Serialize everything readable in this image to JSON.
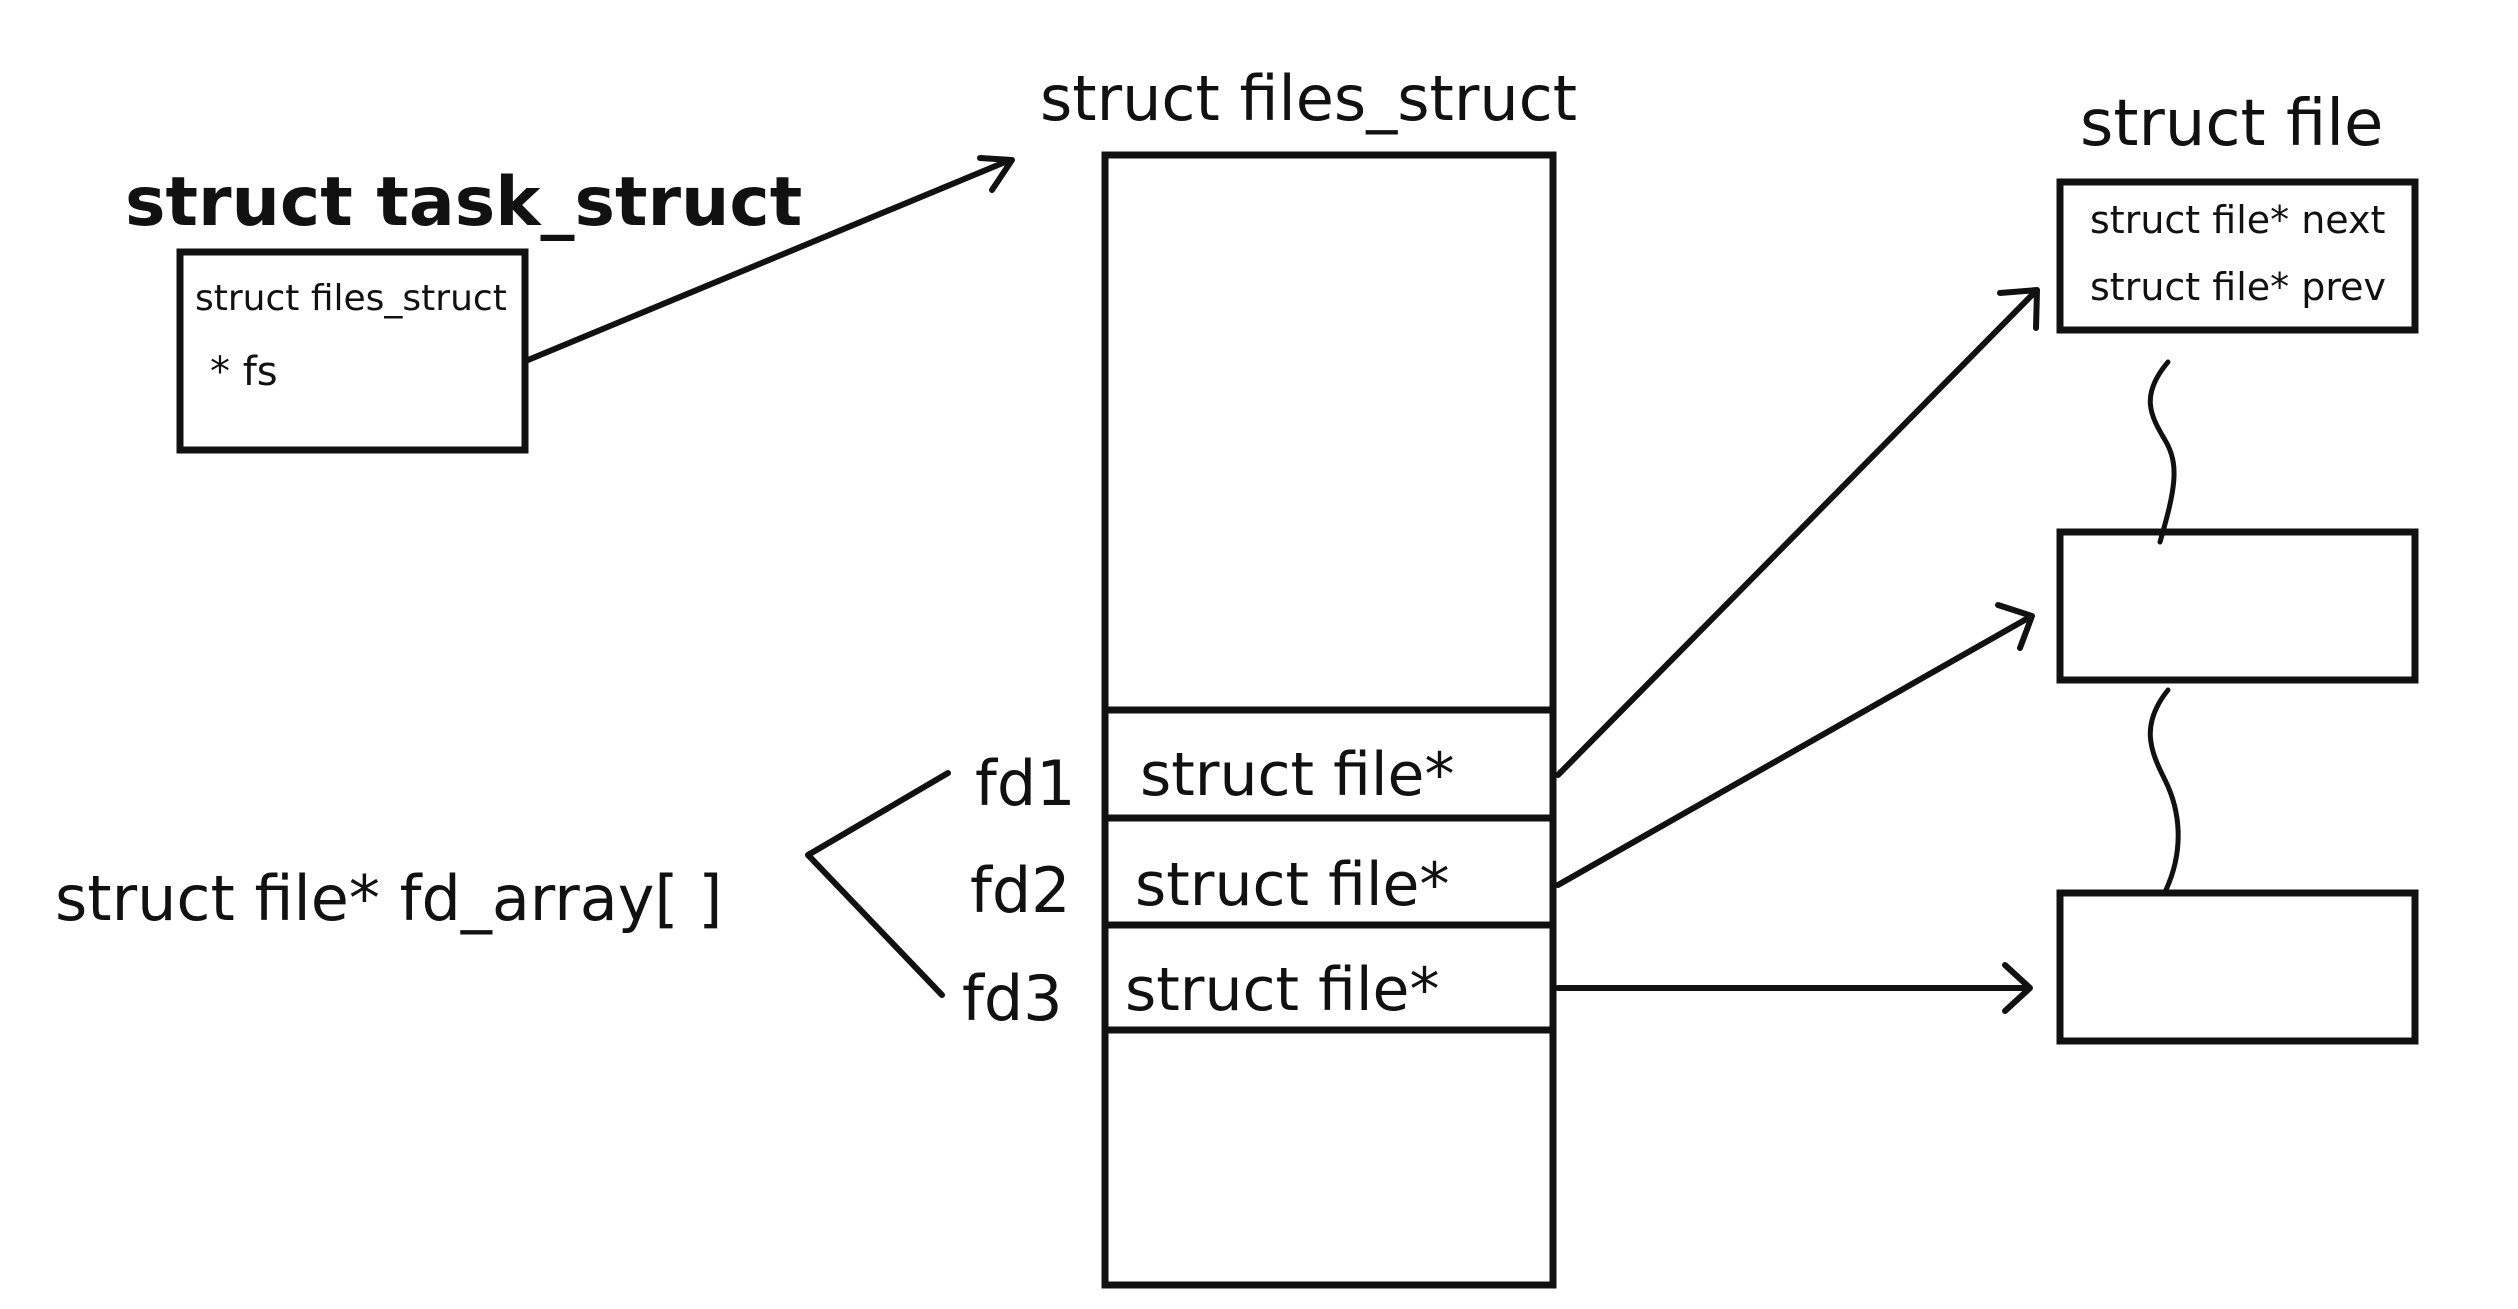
{
  "labels": {
    "task_struct_title": "struct task_struct",
    "task_field_line1": "struct files_struct",
    "task_field_line2": "* fs",
    "files_struct_title": "struct files_struct",
    "fd_array_label": "struct file* fd_array[ ]",
    "fd_labels": [
      "fd1",
      "fd2",
      "fd3"
    ],
    "slot_labels": [
      "struct file*",
      "struct file*",
      "struct file*"
    ],
    "file_title": "struct file",
    "file_field_next": "struct file* next",
    "file_field_prev": "struct file* prev"
  }
}
